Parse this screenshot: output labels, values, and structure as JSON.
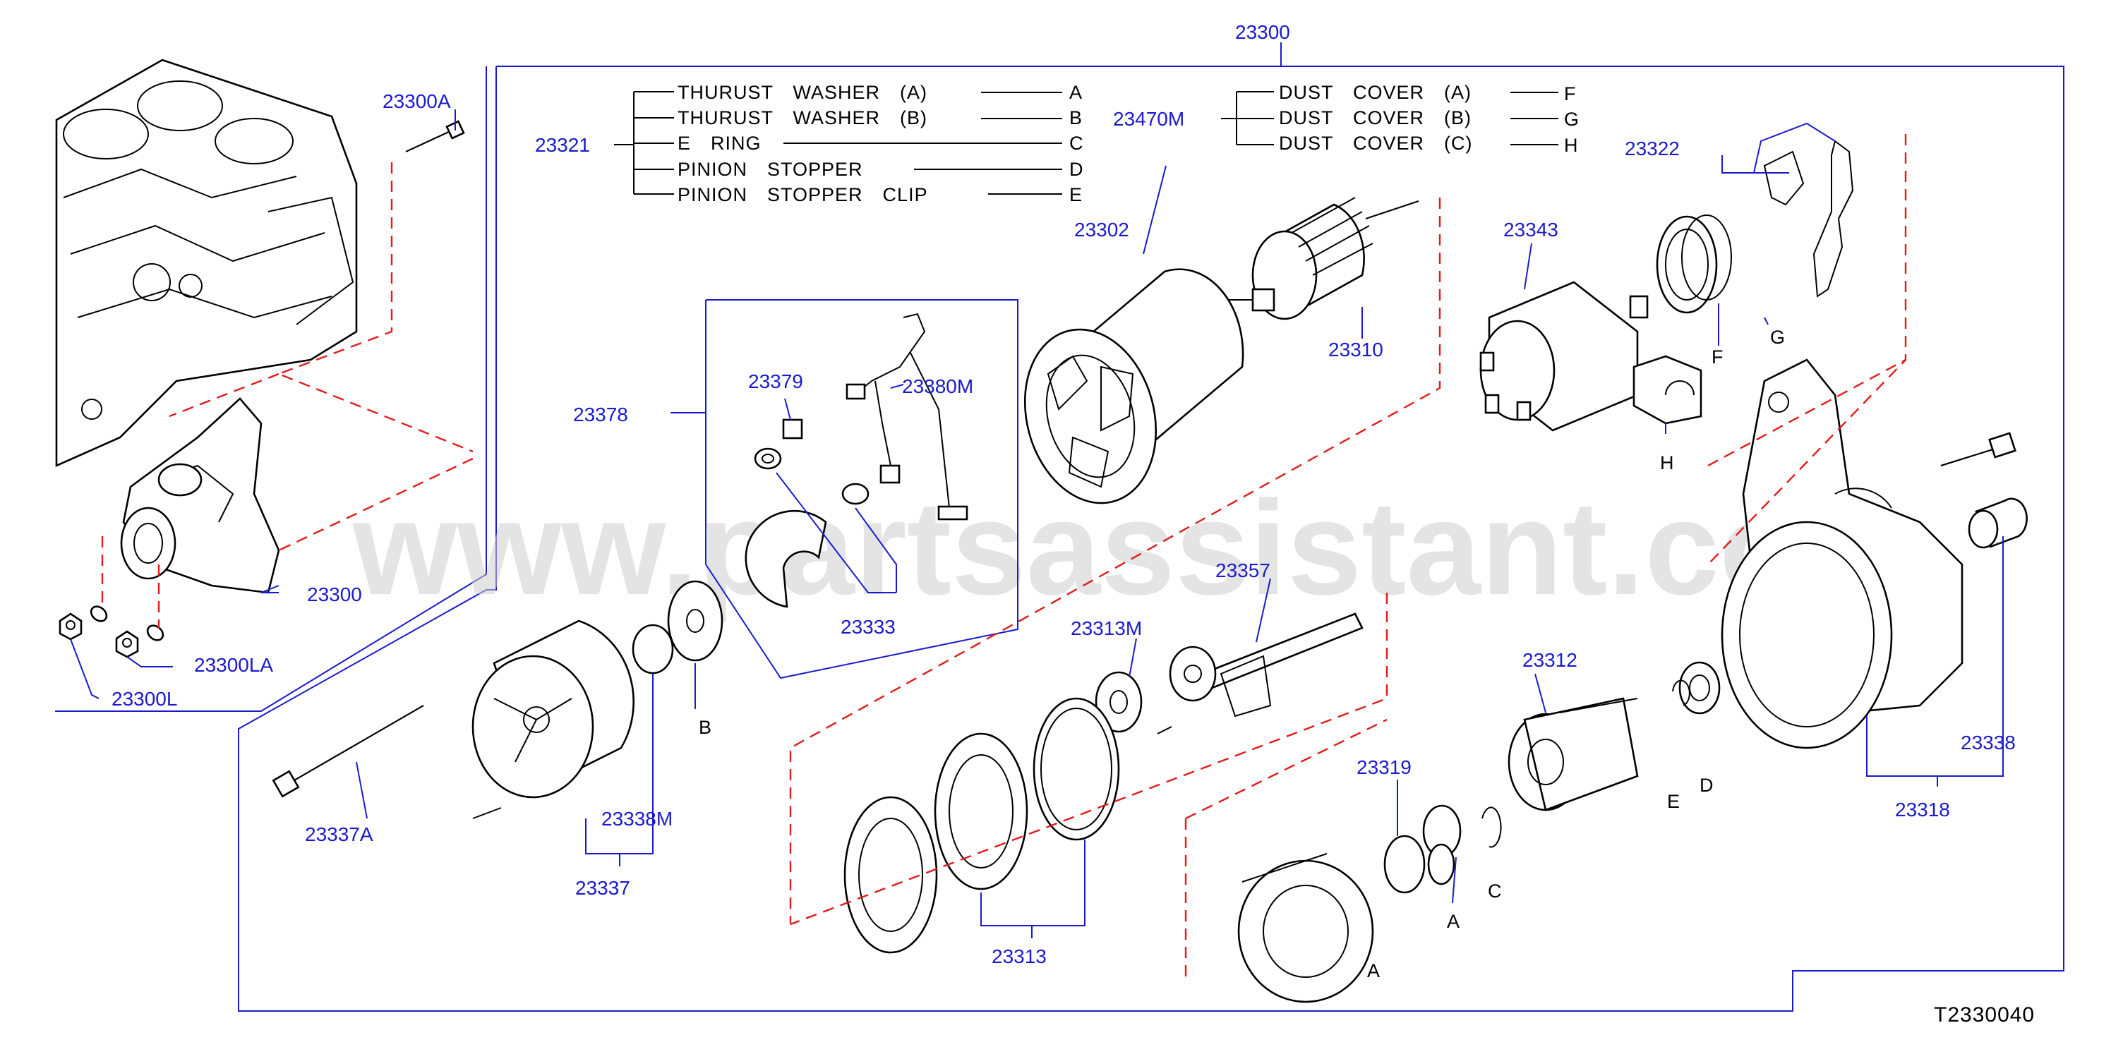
{
  "diagram": {
    "watermark": "www.partsassistant.com",
    "drawing_number": "T2330040",
    "callouts": {
      "c23300_top": "23300",
      "c23300A": "23300A",
      "c23300": "23300",
      "c23300LA": "23300LA",
      "c23300L": "23300L",
      "c23321": "23321",
      "c23470M": "23470M",
      "c23322": "23322",
      "c23302": "23302",
      "c23310": "23310",
      "c23343": "23343",
      "c23378": "23378",
      "c23379": "23379",
      "c23380M": "23380M",
      "c23333": "23333",
      "c23357": "23357",
      "c23313M": "23313M",
      "c23312": "23312",
      "c23319": "23319",
      "c23338": "23338",
      "c23318": "23318",
      "c23337A": "23337A",
      "c23338M": "23338M",
      "c23337": "23337",
      "c23313": "23313"
    },
    "letters": {
      "B": "B",
      "F": "F",
      "G": "G",
      "H": "H",
      "E": "E",
      "D": "D",
      "A1": "A",
      "A2": "A",
      "C": "C"
    },
    "kit_23321": [
      {
        "name": "THURUST　WASHER　(A)",
        "code": "A"
      },
      {
        "name": "THURUST　WASHER　(B)",
        "code": "B"
      },
      {
        "name": "E　RING",
        "code": "C"
      },
      {
        "name": "PINION　STOPPER",
        "code": "D"
      },
      {
        "name": "PINION　STOPPER　CLIP",
        "code": "E"
      }
    ],
    "kit_23470M": [
      {
        "name": "DUST　COVER　(A)",
        "code": "F"
      },
      {
        "name": "DUST　COVER　(B)",
        "code": "G"
      },
      {
        "name": "DUST　COVER　(C)",
        "code": "H"
      }
    ],
    "colors": {
      "callout": "#1a1acc",
      "phantom": "#e31a1a",
      "ink": "#000000",
      "watermark": "#cfcfcf"
    }
  }
}
